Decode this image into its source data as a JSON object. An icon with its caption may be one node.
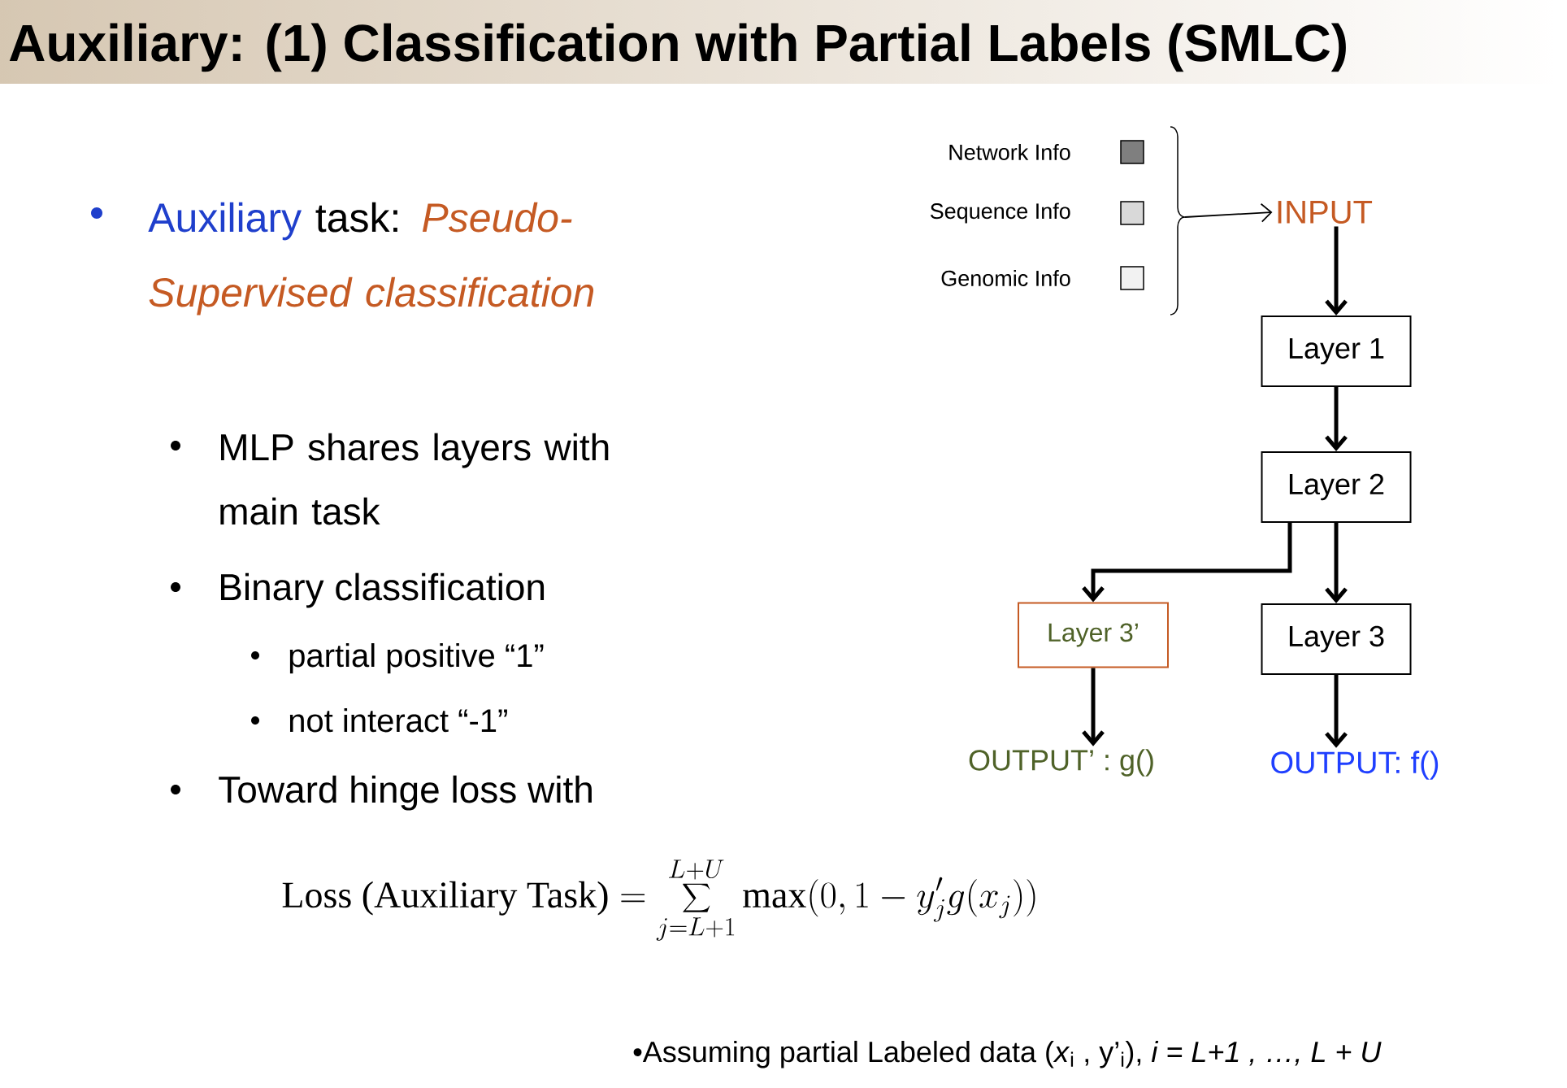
{
  "diagram": {
    "title": "Auxiliary: (1) Classification with Partial Labels (SMLC)",
    "nodes": [
      {
        "text": [
          "INPUT"
        ]
      },
      {
        "text": [
          "Layer 1"
        ]
      },
      {
        "text": [
          "Layer 2"
        ]
      },
      {
        "text": [
          "Layer 3’"
        ]
      },
      {
        "text": [
          "Layer 3"
        ]
      },
      {
        "text": [
          "OUTPUT’ : g()"
        ]
      },
      {
        "text": [
          "OUTPUT: f()"
        ]
      }
    ],
    "edges": [
      {
        "from": null,
        "to": 0,
        "arrow": "to"
      },
      {
        "from": 0,
        "to": 1,
        "arrow": "to"
      },
      {
        "from": 1,
        "to": 2,
        "arrow": "to"
      },
      {
        "from": 2,
        "to": 3,
        "arrow": "to"
      },
      {
        "from": 2,
        "to": 4,
        "arrow": "to"
      },
      {
        "from": 3,
        "to": 5,
        "arrow": "to"
      },
      {
        "from": 4,
        "to": 6,
        "arrow": "to"
      }
    ],
    "labels": [
      "Auxiliary",
      "task:",
      "Pseudo-Supervised classification",
      "MLP shares layers with main task",
      "Binary classification",
      "partial positive “1”",
      "not interact “-1”",
      "Toward hinge loss with",
      "\\text{\\seriffont Loss (Auxiliary Task)} = \\sum_{j=L+1}^{L+U} \\max(0, 1 - y'_j g(x_j))",
      "•Assuming partial Labeled data (*x*$_{i}$ , y’$_{i}$), *i = L+1 , …, L + U*"
    ],
    "legend": [
      {
        "text": "Network Info",
        "color": "#7f7f7f"
      },
      {
        "text": "Sequence Info",
        "color": "#d9d9d9"
      },
      {
        "text": "Genomic Info",
        "color": "#f2f2f2"
      }
    ]
  }
}
